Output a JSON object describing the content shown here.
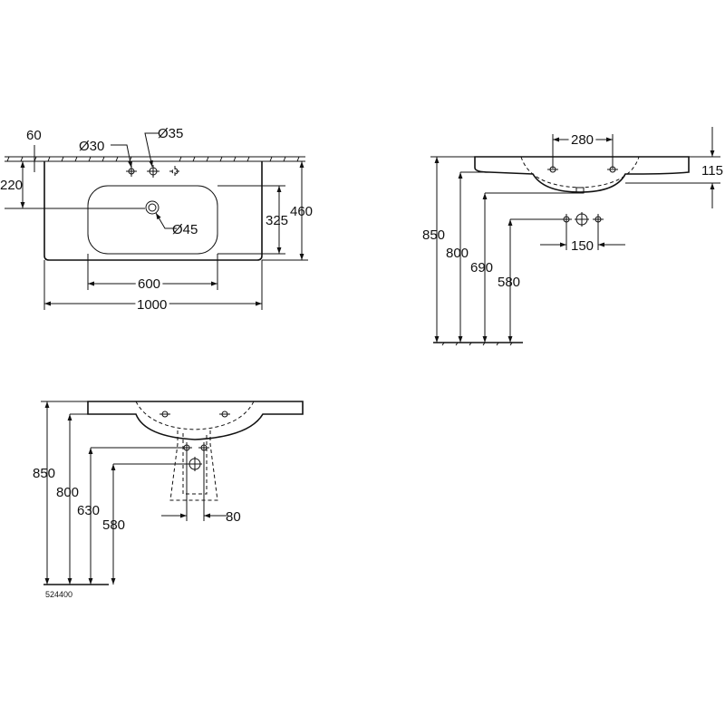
{
  "top_view": {
    "dim_60": "60",
    "dim_dia30": "Ø30",
    "dim_dia35": "Ø35",
    "dim_220": "220",
    "dim_325": "325",
    "dim_460": "460",
    "dim_dia45": "Ø45",
    "dim_600": "600",
    "dim_1000": "1000"
  },
  "side_view": {
    "dim_280": "280",
    "dim_115": "115",
    "dim_850": "850",
    "dim_800": "800",
    "dim_690": "690",
    "dim_580": "580",
    "dim_150": "150"
  },
  "front_view": {
    "dim_850": "850",
    "dim_800": "800",
    "dim_630": "630",
    "dim_580": "580",
    "dim_80": "80"
  },
  "drawing_code": "524400"
}
